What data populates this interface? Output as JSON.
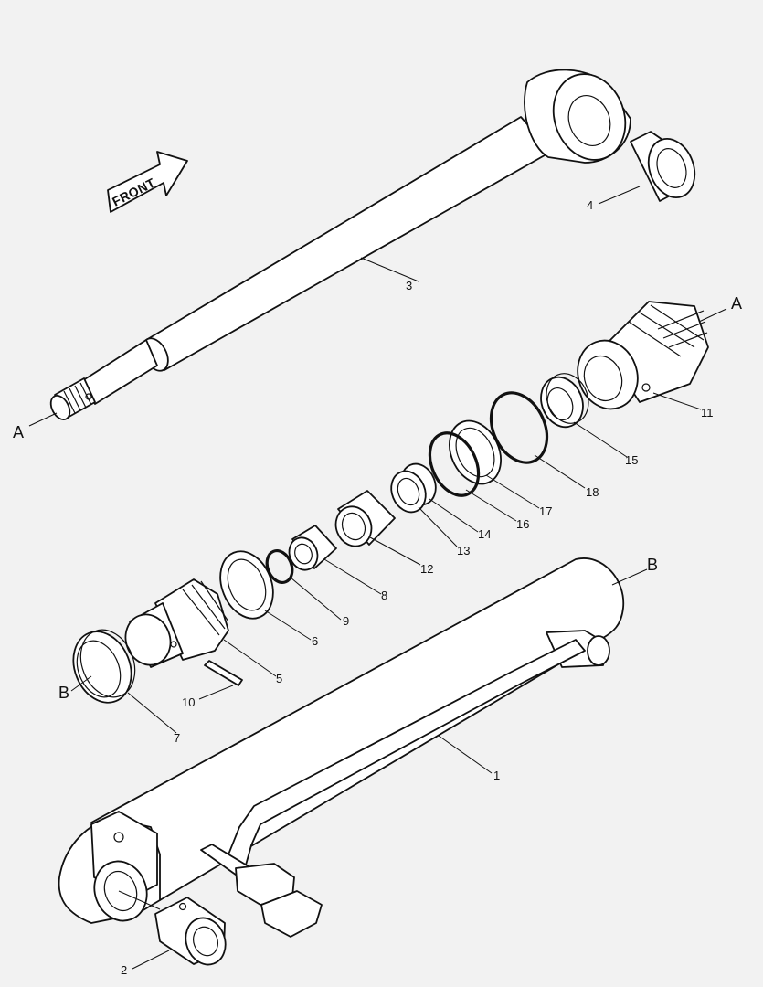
{
  "front_label": "FRONT",
  "parts": [
    {
      "id": "1",
      "label": "1"
    },
    {
      "id": "2",
      "label": "2"
    },
    {
      "id": "3",
      "label": "3"
    },
    {
      "id": "4",
      "label": "4"
    },
    {
      "id": "5",
      "label": "5"
    },
    {
      "id": "6",
      "label": "6"
    },
    {
      "id": "7",
      "label": "7"
    },
    {
      "id": "8",
      "label": "8"
    },
    {
      "id": "9",
      "label": "9"
    },
    {
      "id": "10",
      "label": "10"
    },
    {
      "id": "11",
      "label": "11"
    },
    {
      "id": "12",
      "label": "12"
    },
    {
      "id": "13",
      "label": "13"
    },
    {
      "id": "14",
      "label": "14"
    },
    {
      "id": "15",
      "label": "15"
    },
    {
      "id": "16",
      "label": "16"
    },
    {
      "id": "17",
      "label": "17"
    },
    {
      "id": "18",
      "label": "18"
    }
  ],
  "references": {
    "a_rod_end": "A",
    "a_piston_end": "A",
    "b_tube_end": "B",
    "b_gland_end": "B"
  }
}
